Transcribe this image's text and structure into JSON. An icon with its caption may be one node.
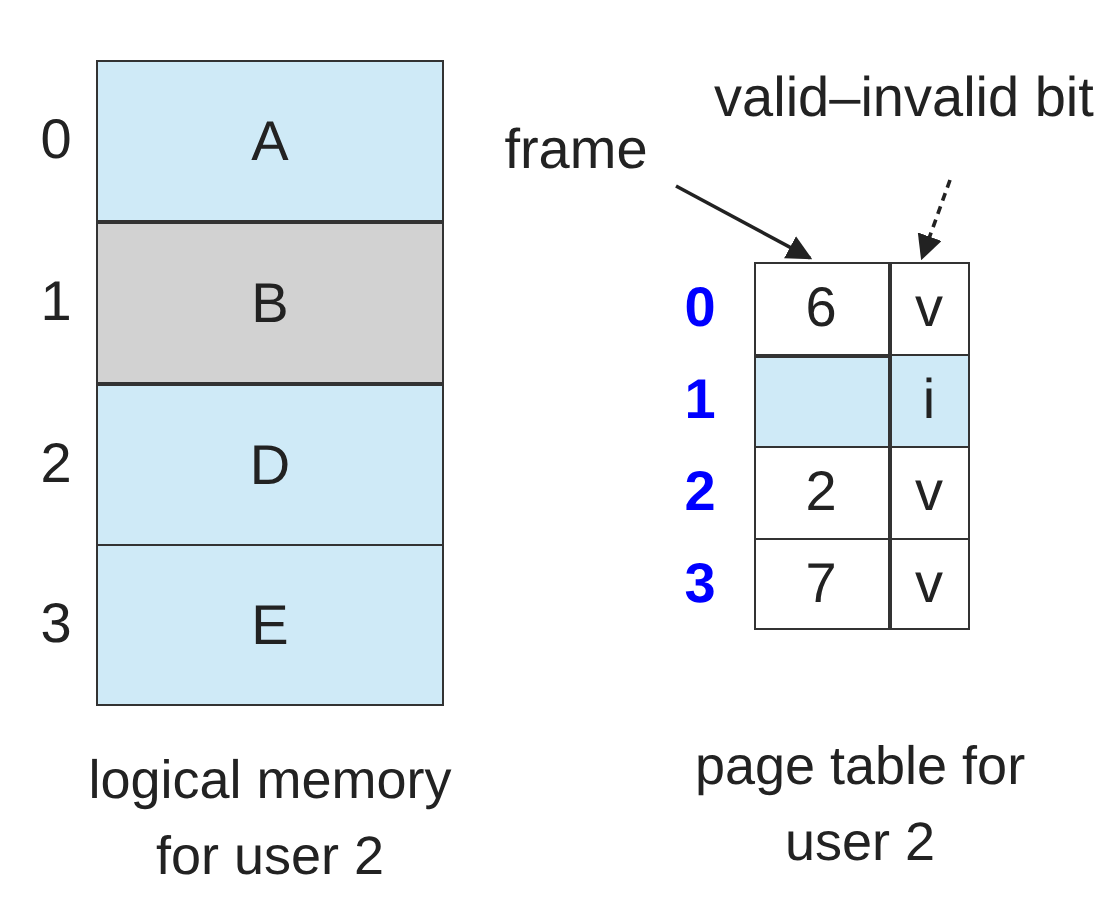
{
  "diagram": {
    "nodes": [
      {
        "text": [
          "frame"
        ]
      },
      {
        "text": [
          "valid–invalid bit"
        ]
      },
      {
        "text": [],
        "shape": "box"
      },
      {
        "text": [],
        "shape": "box"
      }
    ],
    "edges": [
      {
        "from": 0,
        "to": 2,
        "arrow": "to"
      },
      {
        "from": 1,
        "to": 3,
        "arrow": "to",
        "style": "dashed"
      }
    ],
    "labels": [
      "0",
      "A",
      "1",
      "B",
      "2",
      "D",
      "3",
      "E",
      "logical memory for user 2",
      "0",
      "6",
      "v",
      "1",
      "i",
      "2",
      "2",
      "v",
      "3",
      "7",
      "v",
      "page table for user 2"
    ]
  }
}
